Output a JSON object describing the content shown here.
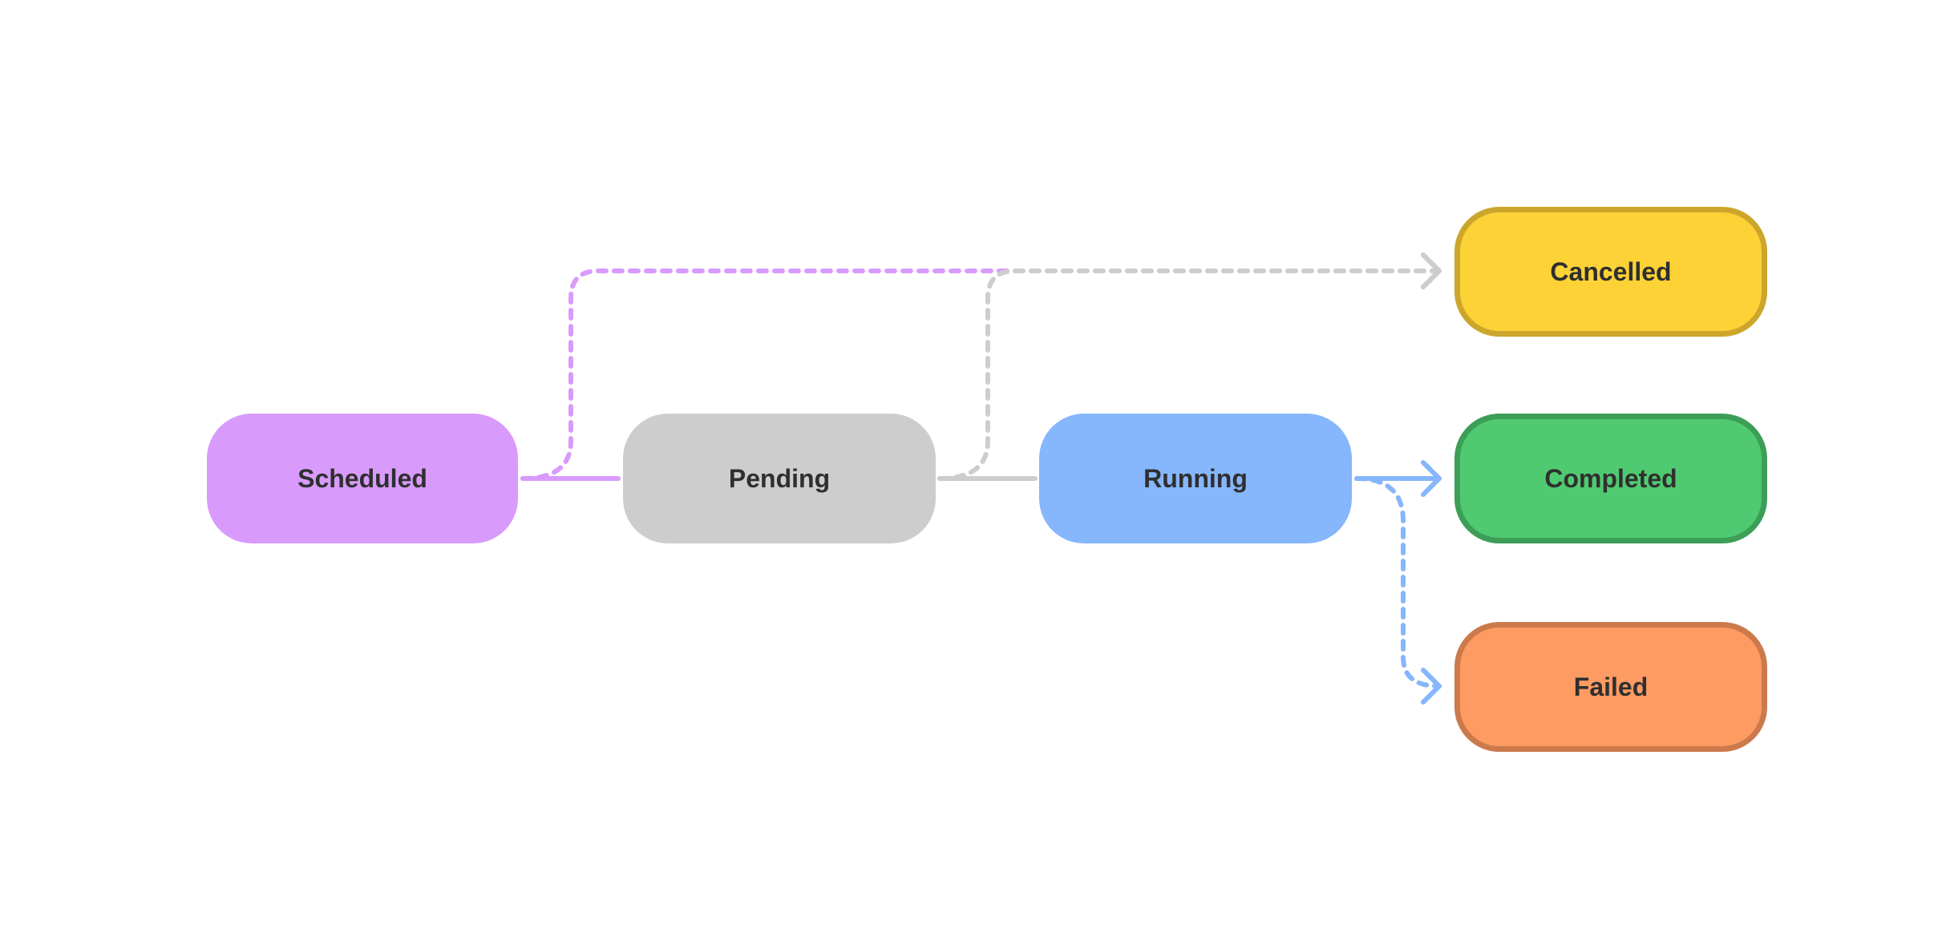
{
  "nodes": {
    "scheduled": {
      "label": "Scheduled",
      "fill": "#d89bfc",
      "border": ""
    },
    "pending": {
      "label": "Pending",
      "fill": "#cecdce",
      "border": ""
    },
    "running": {
      "label": "Running",
      "fill": "#86b6fc",
      "border": ""
    },
    "cancelled": {
      "label": "Cancelled",
      "fill": "#fdd236",
      "border": "#cca62c"
    },
    "completed": {
      "label": "Completed",
      "fill": "#50ca70",
      "border": "#3c9e57"
    },
    "failed": {
      "label": "Failed",
      "fill": "#fe9b62",
      "border": "#cc7a4c"
    }
  },
  "edges": [
    {
      "from": "scheduled",
      "to": "pending",
      "style": "solid",
      "color": "#d89bfc",
      "arrow": false
    },
    {
      "from": "scheduled",
      "to": "cancelled",
      "style": "dashed",
      "color": "#d89bfc",
      "arrow": true
    },
    {
      "from": "pending",
      "to": "running",
      "style": "solid",
      "color": "#cecdce",
      "arrow": false
    },
    {
      "from": "pending",
      "to": "cancelled",
      "style": "dashed",
      "color": "#cecdce",
      "arrow": true
    },
    {
      "from": "running",
      "to": "completed",
      "style": "solid",
      "color": "#86b6fc",
      "arrow": true
    },
    {
      "from": "running",
      "to": "failed",
      "style": "dashed",
      "color": "#86b6fc",
      "arrow": true
    }
  ]
}
